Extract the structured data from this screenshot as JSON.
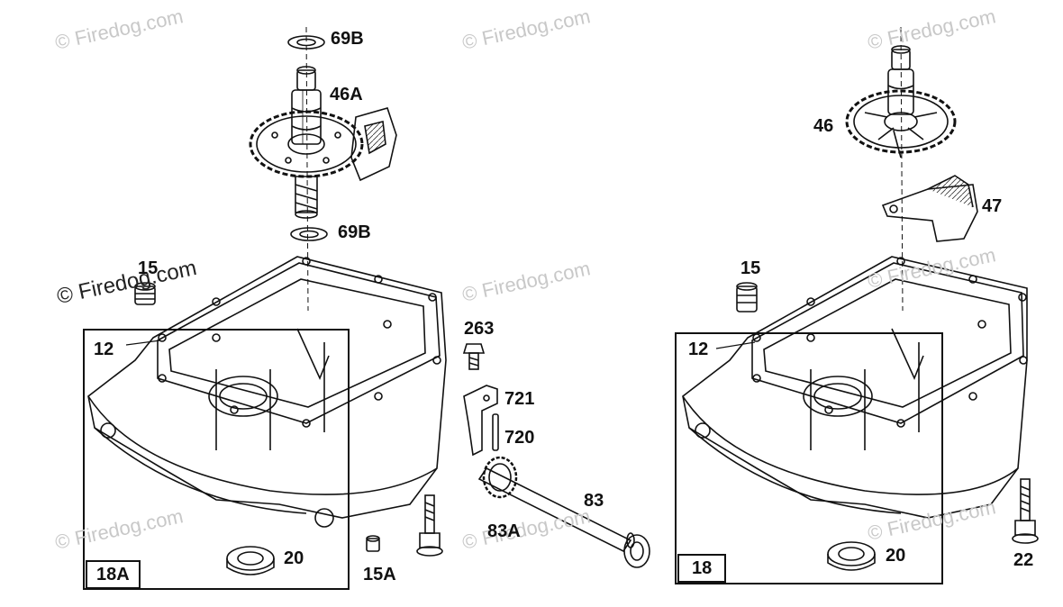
{
  "watermarks": {
    "text": "© Firedog.com"
  },
  "callouts": {
    "c69b_top": "69B",
    "c46a": "46A",
    "c69b_bottom": "69B",
    "c15_left": "15",
    "c12_left": "12",
    "c18a": "18A",
    "c20_left": "20",
    "c15a": "15A",
    "c263": "263",
    "c721": "721",
    "c720": "720",
    "c83": "83",
    "c83a": "83A",
    "c46": "46",
    "c47": "47",
    "c15_right": "15",
    "c12_right": "12",
    "c18": "18",
    "c20_right": "20",
    "c22": "22"
  },
  "colors": {
    "ink": "#111111",
    "watermark": "#c8c8c8",
    "background": "#ffffff"
  }
}
